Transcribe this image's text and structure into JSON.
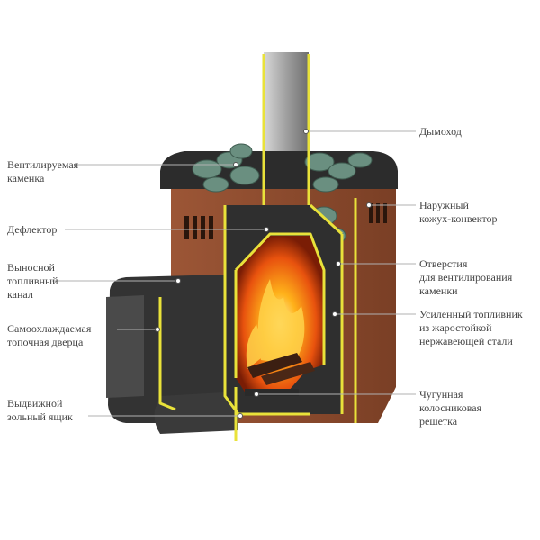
{
  "labels": {
    "chimney": "Дымоход",
    "heater": [
      "Вентилируемая",
      "каменка"
    ],
    "deflector": "Дефлектор",
    "fuel_channel": [
      "Выносной",
      "топливный",
      "канал"
    ],
    "door": [
      "Самоохлаждаемая",
      "топочная дверца"
    ],
    "ash_drawer": [
      "Выдвижной",
      "зольный ящик"
    ],
    "casing": [
      "Наружный",
      "кожух-конвектор"
    ],
    "vent_holes": [
      "Отверстия",
      "для вентилирования",
      "каменки"
    ],
    "firebox": [
      "Усиленный топливник",
      "из жаростойкой",
      "нержавеющей стали"
    ],
    "grate": [
      "Чугунная",
      "колосниковая",
      "решетка"
    ]
  },
  "colors": {
    "casing": "#8a4a2e",
    "steel": "#3a3a3a",
    "outline": "#e9e23a",
    "fire": "#f07a18",
    "stone": "#6a8f80",
    "leader": "#b0b0b0",
    "text": "#444444"
  }
}
